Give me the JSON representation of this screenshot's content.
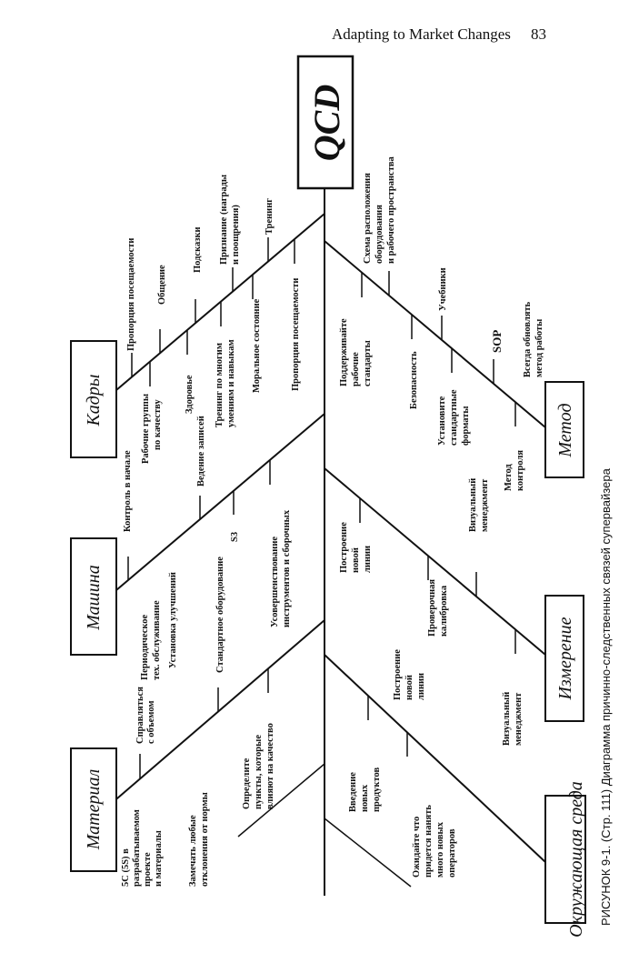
{
  "header": {
    "running_title": "Adapting to Market Changes",
    "page_number": "83"
  },
  "effect": "QCD",
  "caption": "РИСУНОК 9-1. (Стр. 111) Диаграмма причинно-следственных связей супервайзера",
  "causes": {
    "people": "Кадры",
    "machine": "Машина",
    "material": "Материал",
    "method": "Метод",
    "measurement": "Измерение",
    "environment": "Окружающая среда"
  },
  "items": {
    "people": [
      "Пропорция посещаемости",
      "Общение",
      "Подсказки",
      "Признание (награды и поощрения)",
      "Тренинг",
      "Рабочие группы по качеству",
      "Здоровье",
      "Тренинг по многим умениям и навыкам",
      "Моральное состояние",
      "Пропорция посещаемости"
    ],
    "machine": [
      "Контроль в начале",
      "Ведение записей",
      "Периодическое тех. обслуживание",
      "Установка улучшений",
      "Стандартное оборудование",
      "S3",
      "Усовершенствование инструментов и сборочных"
    ],
    "material": [
      "5С (5S) в разрабатываемом проекте и материалы",
      "Справляться с объемом",
      "Замечать любые отклонения от нормы",
      "Определите пункты, которые влияют на качество"
    ],
    "method": [
      "Схема расположения оборудования и рабочего пространства",
      "Учебники",
      "SOP",
      "Всегда обновлять метод работы",
      "Поддерживайте рабочие стандарты",
      "Безопасность",
      "Установите стандартные форматы",
      "Метод контроля"
    ],
    "measurement": [
      "Визуальный менеджмент",
      "Построение новой линии",
      "Проверочная калибровка",
      "Построение новой линии",
      "Визуальный менеджмент"
    ],
    "environment": [
      "Введение новых продуктов",
      "Ожидайте что придется нанять много новых операторов"
    ]
  }
}
